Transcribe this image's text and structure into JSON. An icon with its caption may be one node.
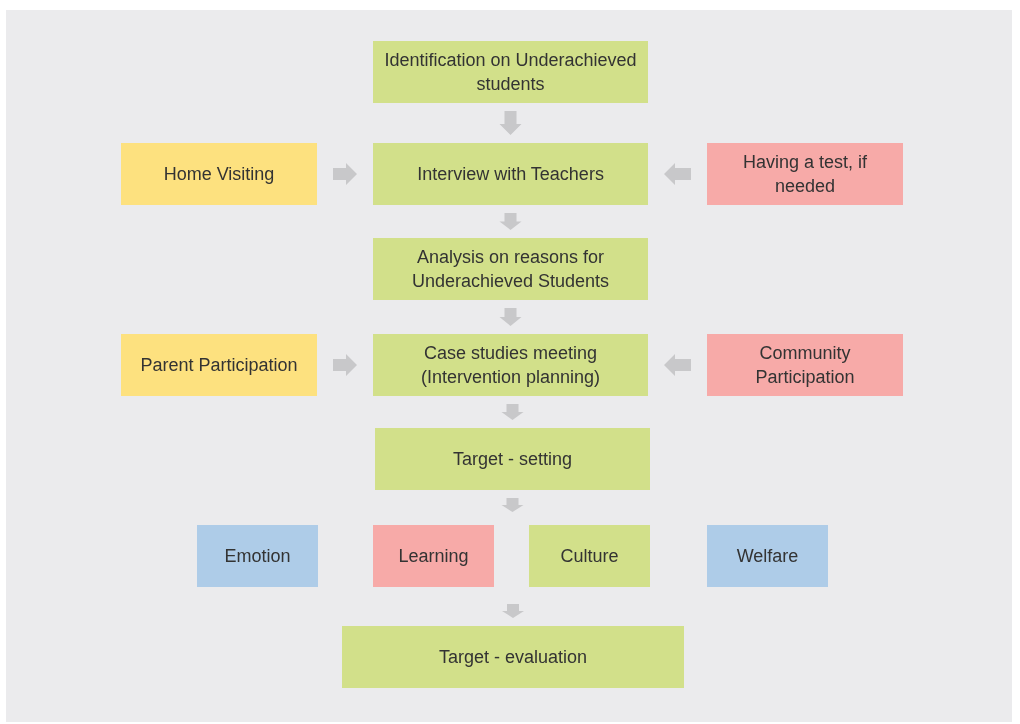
{
  "diagram": {
    "nodes": [
      {
        "text": [
          "Identification on Underachieved students"
        ]
      },
      {
        "text": [
          "Home Visiting"
        ]
      },
      {
        "text": [
          "Interview with Teachers"
        ]
      },
      {
        "text": [
          "Having a test, if needed"
        ]
      },
      {
        "text": [
          "Analysis on reasons for Underachieved Students"
        ]
      },
      {
        "text": [
          "Parent Participation"
        ]
      },
      {
        "text": [
          "Case studies meeting (Intervention planning)"
        ]
      },
      {
        "text": [
          "Community Participation"
        ]
      },
      {
        "text": [
          "Target - setting"
        ]
      },
      {
        "text": [
          "Emotion"
        ]
      },
      {
        "text": [
          "Learning"
        ]
      },
      {
        "text": [
          "Culture"
        ]
      },
      {
        "text": [
          "Welfare"
        ]
      },
      {
        "text": [
          "Target - evaluation"
        ]
      }
    ],
    "edges": [
      {
        "from": 0,
        "to": 2,
        "arrow": "to"
      },
      {
        "from": 1,
        "to": 2,
        "arrow": "to"
      },
      {
        "from": 3,
        "to": 2,
        "arrow": "to"
      },
      {
        "from": 2,
        "to": 4,
        "arrow": "to"
      },
      {
        "from": 4,
        "to": 6,
        "arrow": "to"
      },
      {
        "from": 5,
        "to": 6,
        "arrow": "to"
      },
      {
        "from": 7,
        "to": 6,
        "arrow": "to"
      },
      {
        "from": 6,
        "to": 8,
        "arrow": "to"
      },
      {
        "from": 8,
        "to": null,
        "arrow": "to"
      },
      {
        "from": null,
        "to": 13,
        "arrow": "to"
      }
    ]
  }
}
